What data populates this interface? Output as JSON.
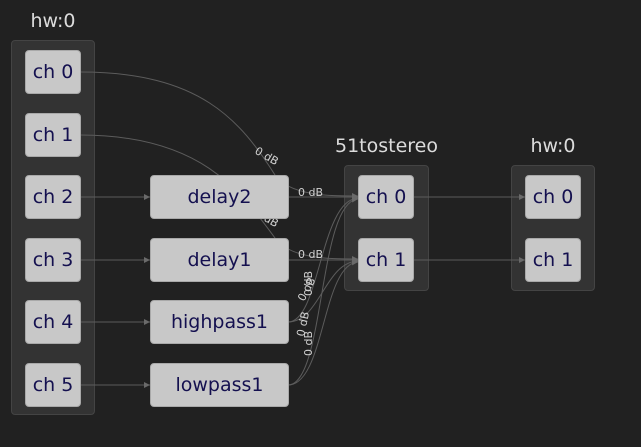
{
  "groups": {
    "input": {
      "title": "hw:0",
      "channels": [
        "ch 0",
        "ch 1",
        "ch 2",
        "ch 3",
        "ch 4",
        "ch 5"
      ]
    },
    "mixer": {
      "title": "51tostereo",
      "channels": [
        "ch 0",
        "ch 1"
      ]
    },
    "output": {
      "title": "hw:0",
      "channels": [
        "ch 0",
        "ch 1"
      ]
    }
  },
  "filters": [
    "delay2",
    "delay1",
    "highpass1",
    "lowpass1"
  ],
  "gains": [
    "0 dB",
    "0 dB",
    "0 dB",
    "0 dB",
    "0 dB",
    "0 dB",
    "0 dB",
    "0 dB"
  ],
  "colors": {
    "background": "#212121",
    "node": "#c8c8c8",
    "node_text": "#14104f",
    "wire": "#5c5c5c"
  }
}
